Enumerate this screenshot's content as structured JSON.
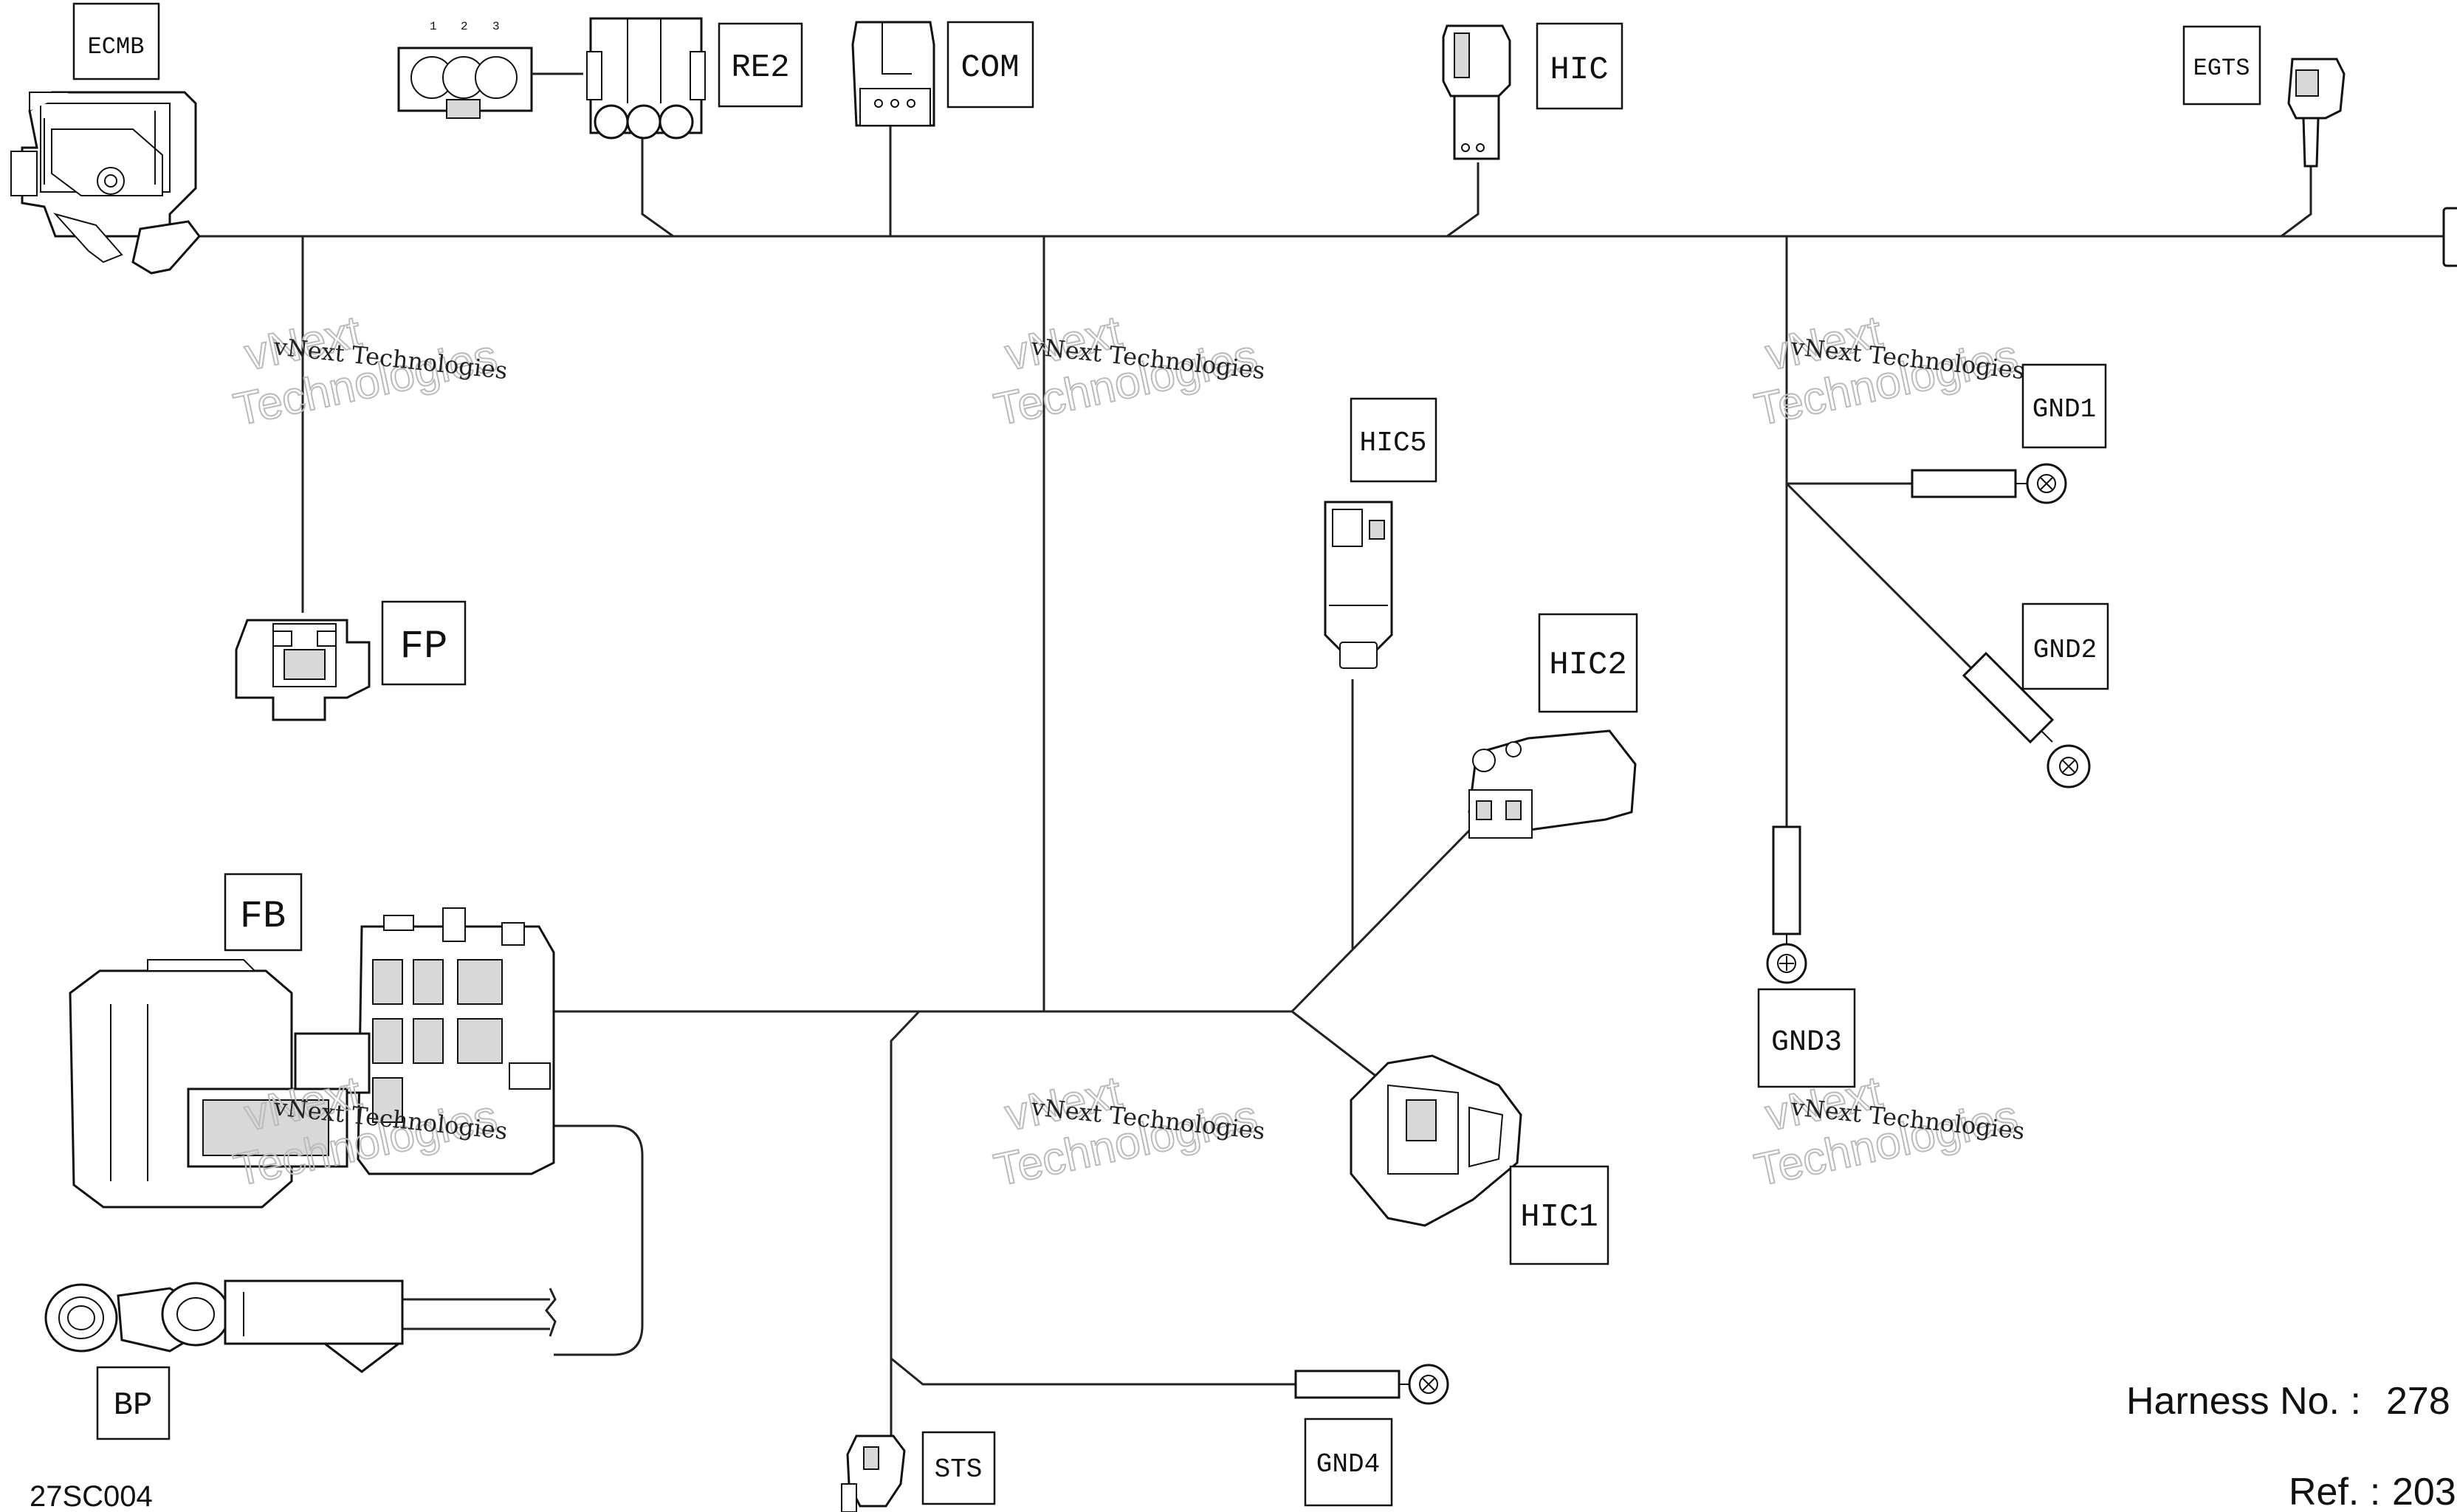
{
  "labels": {
    "ecmb": "ECMB",
    "re2": "RE2",
    "com": "COM",
    "hic": "HIC",
    "egts": "EGTS",
    "gnd1": "GND1",
    "hic5": "HIC5",
    "fp": "FP",
    "hic2": "HIC2",
    "gnd2": "GND2",
    "fb": "FB",
    "gnd3": "GND3",
    "hic1": "HIC1",
    "bp": "BP",
    "gnd4": "GND4",
    "sts": "STS"
  },
  "re2_pins": [
    "1",
    "2",
    "3"
  ],
  "watermark": {
    "line1": "vNext Technologies",
    "line2": "vNext",
    "line3": "Technologies"
  },
  "footer": {
    "code": "27SC004",
    "harness_label": "Harness No. :",
    "harness_value": "278",
    "ref_label": "Ref. :",
    "ref_value": "203"
  }
}
